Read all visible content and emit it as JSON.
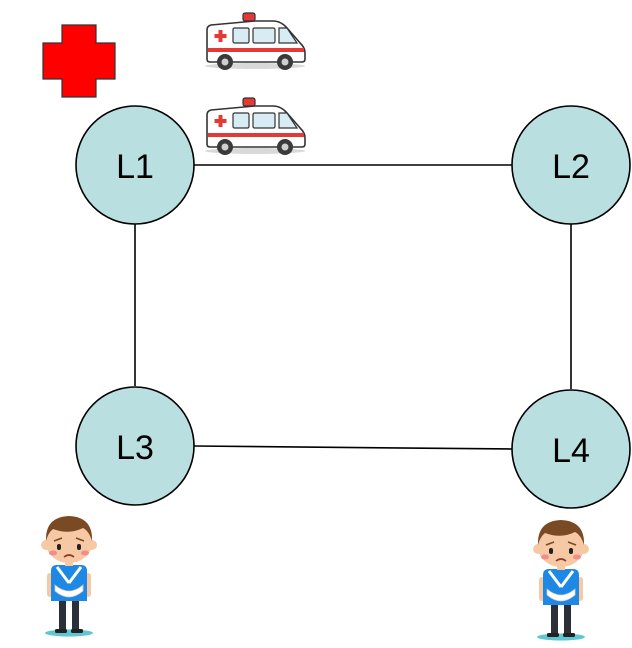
{
  "colors": {
    "node_fill": "#b9dfe0",
    "node_stroke": "#000000",
    "edge": "#000000",
    "hospital_cross": "#ff0000",
    "ambulance_body": "#ffffff",
    "ambulance_stripe": "#e53935",
    "patient_shirt": "#1e88e5",
    "patient_skin": "#f6c9a4",
    "patient_hair": "#7a4a24"
  },
  "diagram": {
    "nodes": [
      {
        "id": "L1",
        "label": "L1"
      },
      {
        "id": "L2",
        "label": "L2"
      },
      {
        "id": "L3",
        "label": "L3"
      },
      {
        "id": "L4",
        "label": "L4"
      }
    ],
    "edges": [
      {
        "from": "L1",
        "to": "L2"
      },
      {
        "from": "L1",
        "to": "L3"
      },
      {
        "from": "L2",
        "to": "L4"
      },
      {
        "from": "L3",
        "to": "L4"
      }
    ],
    "icons": [
      {
        "name": "hospital-cross-icon",
        "near": "L1"
      },
      {
        "name": "ambulance-icon",
        "near": "L1",
        "count": 2
      },
      {
        "name": "injured-person-icon",
        "near": "L3"
      },
      {
        "name": "injured-person-icon",
        "near": "L4"
      }
    ]
  }
}
